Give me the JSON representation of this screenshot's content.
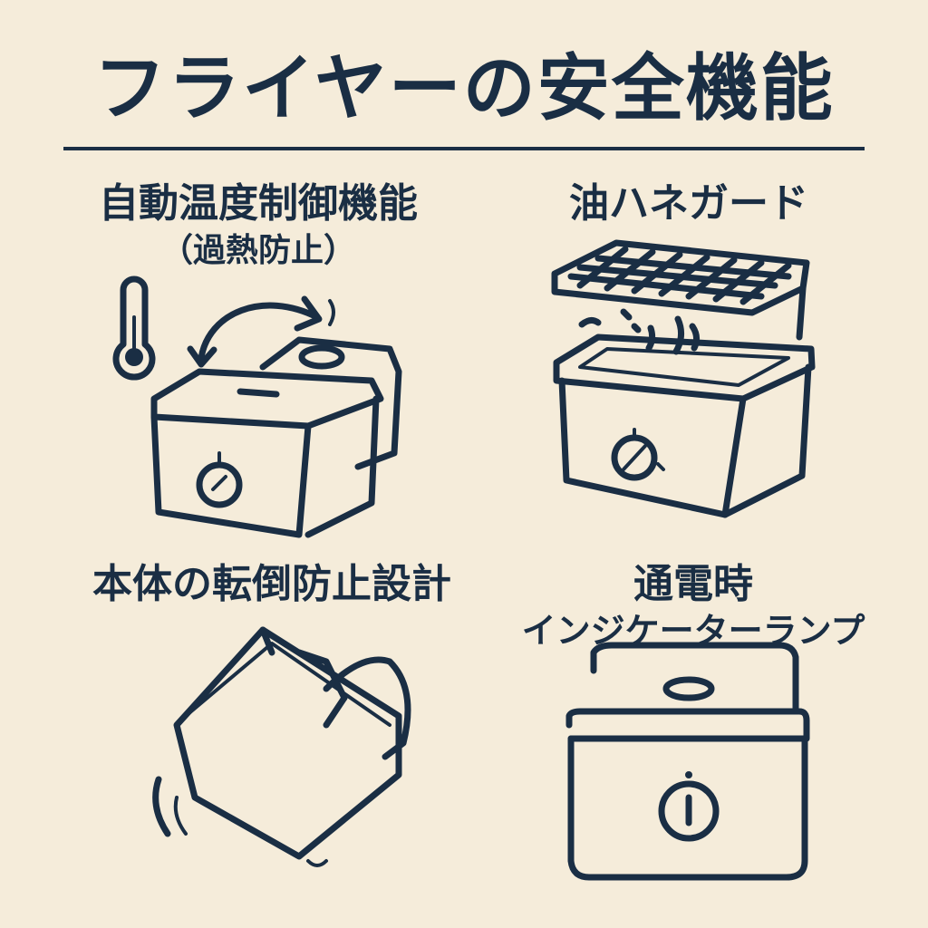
{
  "title": "フライヤーの安全機能",
  "features": [
    {
      "label": "自動温度制御機能",
      "sublabel": "（過熱防止）"
    },
    {
      "label": "油ハネガード"
    },
    {
      "label": "本体の転倒防止設計"
    },
    {
      "label": "通電時",
      "sublabel": "インジケーターランプ"
    }
  ],
  "colors": {
    "background": "#f5ecda",
    "ink": "#1a2e44"
  },
  "icons": [
    "thermometer-icon",
    "cycle-arrow-icon",
    "fryer-icon",
    "splash-guard-icon",
    "tilted-fryer-icon",
    "indicator-lamp-icon"
  ]
}
